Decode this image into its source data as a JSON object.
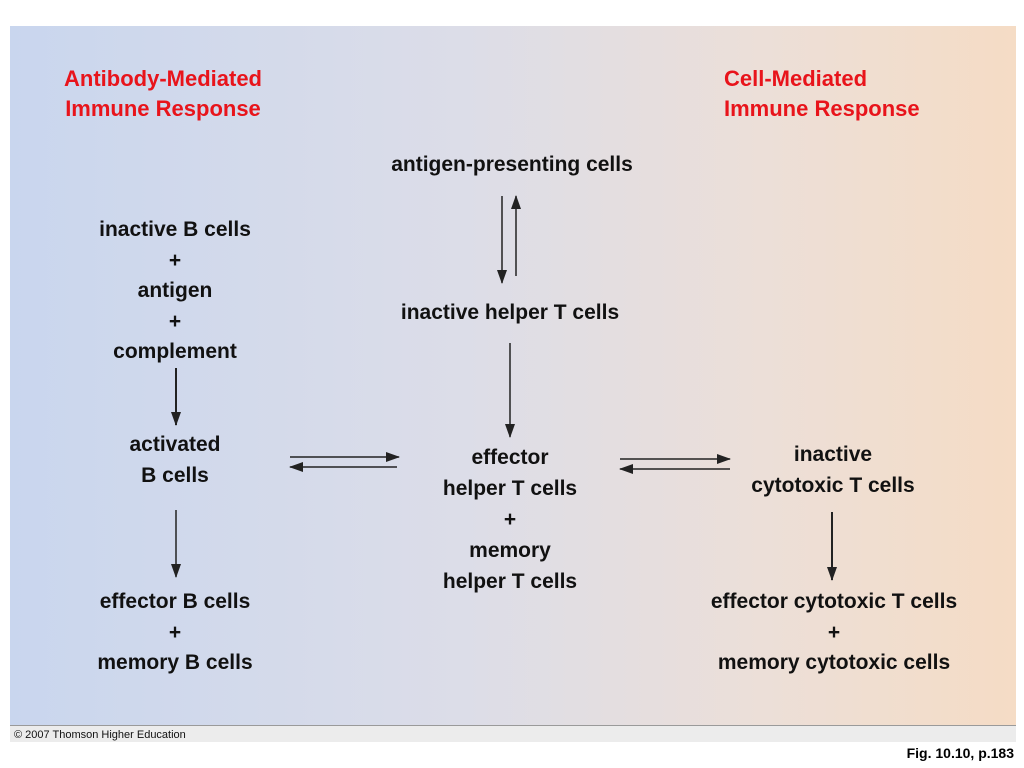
{
  "headings": {
    "left": [
      "Antibody-Mediated",
      "Immune Response"
    ],
    "right": [
      "Cell-Mediated",
      "Immune Response"
    ]
  },
  "nodes": {
    "apc": "antigen-presenting cells",
    "inactive_helper": "inactive helper T cells",
    "inactive_b": [
      "inactive B cells",
      "+",
      "antigen",
      "+",
      "complement"
    ],
    "activated_b": [
      "activated",
      "B cells"
    ],
    "effector_helper": [
      "effector",
      "helper T cells",
      "+",
      "memory",
      "helper T cells"
    ],
    "inactive_cytotoxic": [
      "inactive",
      "cytotoxic T cells"
    ],
    "effector_b": [
      "effector B cells",
      "+",
      "memory B cells"
    ],
    "effector_cytotoxic": [
      "effector cytotoxic T cells",
      "+",
      "memory cytotoxic cells"
    ]
  },
  "footer": {
    "copyright": "© 2007 Thomson Higher Education",
    "figure_ref": "Fig. 10.10, p.183"
  },
  "colors": {
    "heading": "#e8141b",
    "text": "#111111",
    "arrow": "#222222"
  }
}
